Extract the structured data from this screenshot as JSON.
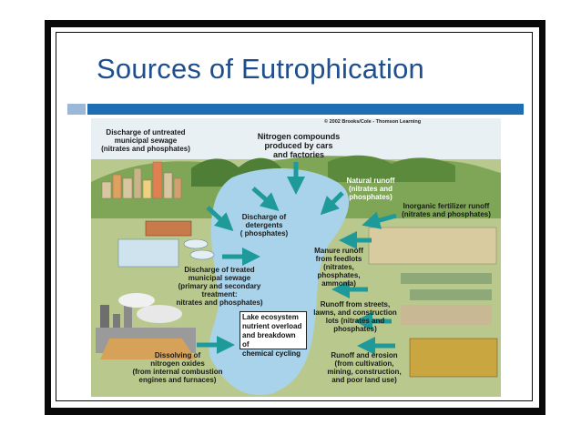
{
  "slide": {
    "title": "Sources of Eutrophication"
  },
  "figure": {
    "copyright": "© 2002 Brooks/Cole - Thomson Learning",
    "labels": {
      "untreated": "Discharge of untreated\nmunicipal sewage\n(nitrates and phosphates)",
      "nitrogen_cars": "Nitrogen compounds\nproduced by cars\nand factories",
      "natural_runoff": "Natural runoff\n(nitrates and\nphosphates)",
      "inorganic_fertilizer": "Inorganic fertilizer runoff\n(nitrates and phosphates)",
      "detergents": "Discharge of\ndetergents\n( phosphates)",
      "manure": "Manure runoff\nfrom feedlots\n(nitrates,\nphosphates,\nammonia)",
      "treated": "Discharge of treated\nmunicipal sewage\n(primary and secondary\ntreatment:\nnitrates and phosphates)",
      "streets": "Runoff from streets,\nlawns, and construction\nlots (nitrates and\nphosphates)",
      "lake_ecosystem": "Lake ecosystem\nnutrient overload\nand breakdown of\nchemical cycling",
      "nitrogen_oxides": "Dissolving of\nnitrogen oxides\n(from internal combustion\nengines and furnaces)",
      "erosion": "Runoff and erosion\n(from cultivation,\nmining, construction,\nand poor land use)"
    }
  }
}
